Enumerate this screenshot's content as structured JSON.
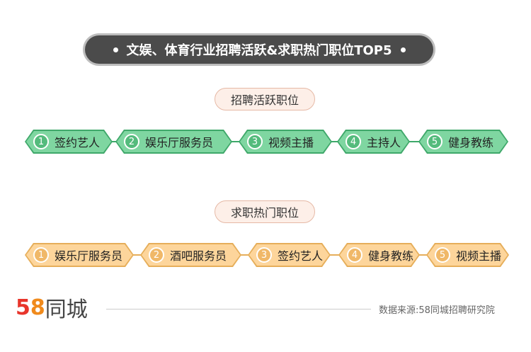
{
  "title": "文娱、体育行业招聘活跃&求职热门职位TOP5",
  "sections": [
    {
      "label": "招聘活跃职位",
      "items": [
        {
          "n": "1",
          "t": "签约艺人"
        },
        {
          "n": "2",
          "t": "娱乐厅服务员"
        },
        {
          "n": "3",
          "t": "视频主播"
        },
        {
          "n": "4",
          "t": "主持人"
        },
        {
          "n": "5",
          "t": "健身教练"
        }
      ]
    },
    {
      "label": "求职热门职位",
      "items": [
        {
          "n": "1",
          "t": "娱乐厅服务员"
        },
        {
          "n": "2",
          "t": "酒吧服务员"
        },
        {
          "n": "3",
          "t": "签约艺人"
        },
        {
          "n": "4",
          "t": "健身教练"
        },
        {
          "n": "5",
          "t": "视频主播"
        }
      ]
    }
  ],
  "logo": {
    "num5": "5",
    "num8": "8",
    "text": "同城"
  },
  "source": "数据来源:58同城招聘研究院"
}
